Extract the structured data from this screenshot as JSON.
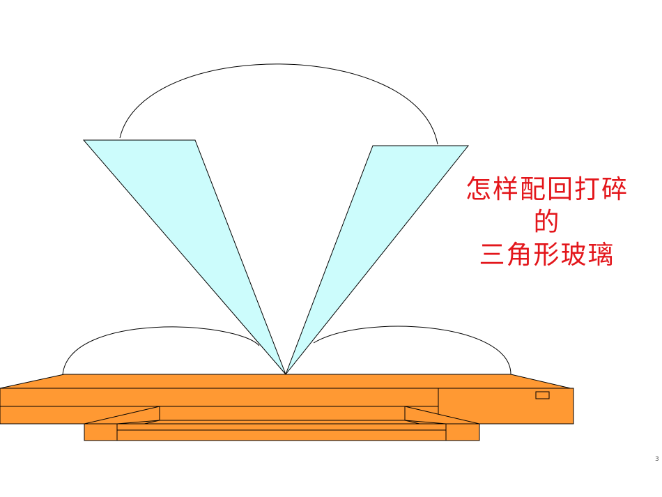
{
  "title": {
    "lines": [
      "怎样配回打碎",
      "的",
      "三角形玻璃"
    ]
  },
  "page_mark": "3",
  "colors": {
    "glass": "#ccfcfc",
    "book": "#ff9933",
    "outline": "#000000",
    "title_text": "#e3161b",
    "background": "#ffffff"
  }
}
